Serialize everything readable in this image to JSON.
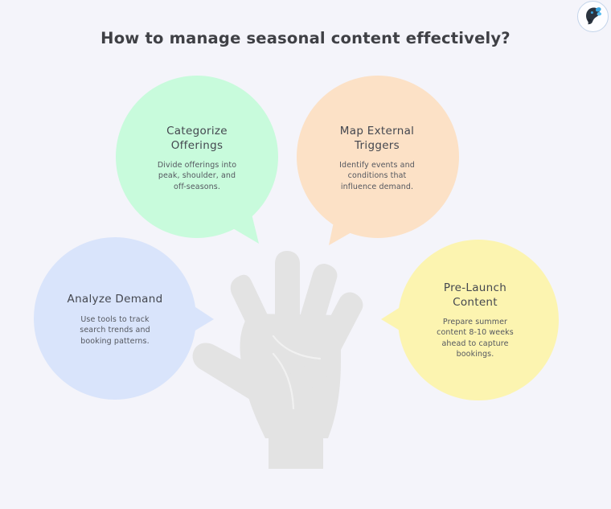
{
  "page": {
    "title": "How to manage seasonal content effectively?",
    "background_color": "#f4f4fa",
    "title_color": "#3f4045"
  },
  "avatar": {
    "icon": "head-silhouette-logo-icon",
    "ring_color": "#c3d4ea",
    "silhouette_color": "#2b3440",
    "accent_color": "#3aa6e0"
  },
  "center_graphic": {
    "icon": "open-hand-icon",
    "color": "#e3e3e3",
    "description": "Open hand with five fingers raised"
  },
  "bubbles": [
    {
      "id": "categorize-offerings",
      "title": "Categorize\nOfferings",
      "body": "Divide offerings into\npeak, shoulder, and\noff-seasons.",
      "color": "#c8fbdc",
      "position": "top-left",
      "tail": "down-right"
    },
    {
      "id": "map-external-triggers",
      "title": "Map External\nTriggers",
      "body": "Identify events and\nconditions that\ninfluence demand.",
      "color": "#fce1c6",
      "position": "top-right",
      "tail": "down-left"
    },
    {
      "id": "analyze-demand",
      "title": "Analyze Demand",
      "body": "Use tools to track\nsearch trends and\nbooking patterns.",
      "color": "#d9e4fb",
      "position": "middle-left",
      "tail": "right"
    },
    {
      "id": "pre-launch-content",
      "title": "Pre-Launch\nContent",
      "body": "Prepare summer\ncontent 8-10 weeks\nahead to capture\nbookings.",
      "color": "#fcf4b0",
      "position": "middle-right",
      "tail": "left"
    }
  ]
}
